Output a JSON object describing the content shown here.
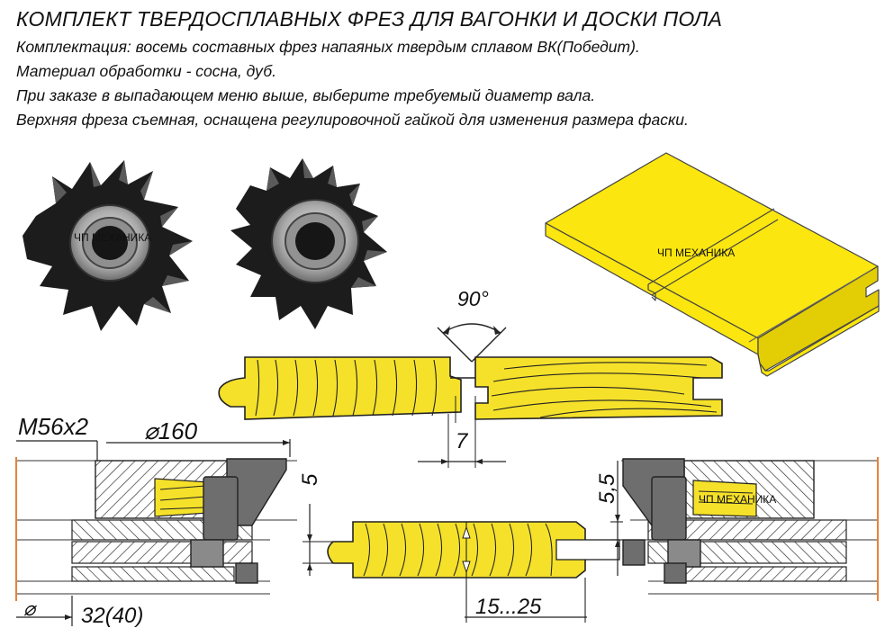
{
  "title": "КОМПЛЕКТ ТВЕРДОСПЛАВНЫХ ФРЕЗ ДЛЯ ВАГОНКИ И ДОСКИ ПОЛА",
  "description": [
    "Комплектация: восемь составных фрез напаяных твердым сплавом ВК(Победит).",
    "Материал обработки - сосна, дуб.",
    "При заказе в выпадающем меню выше, выберите требуемый диаметр вала.",
    "Верхняя фреза съемная, оснащена регулировочной гайкой для изменения размера фаски."
  ],
  "watermark": "ЧП МЕХАНИКА",
  "dimensions": {
    "angle": "90°",
    "groove_width": "7",
    "thread": "M56x2",
    "diameter": "⌀160",
    "bore_symbol": "⌀",
    "bore": "32(40)",
    "left_chamfer": "5",
    "right_chamfer": "5,5",
    "board_thickness": "15...25"
  },
  "colors": {
    "wood": "#f5e12a",
    "board": "#fbe60f",
    "cutter": "#1c1c1c",
    "ring": "#bdbdbd",
    "insert": "#6e6e6e",
    "hatch": "#222222"
  }
}
